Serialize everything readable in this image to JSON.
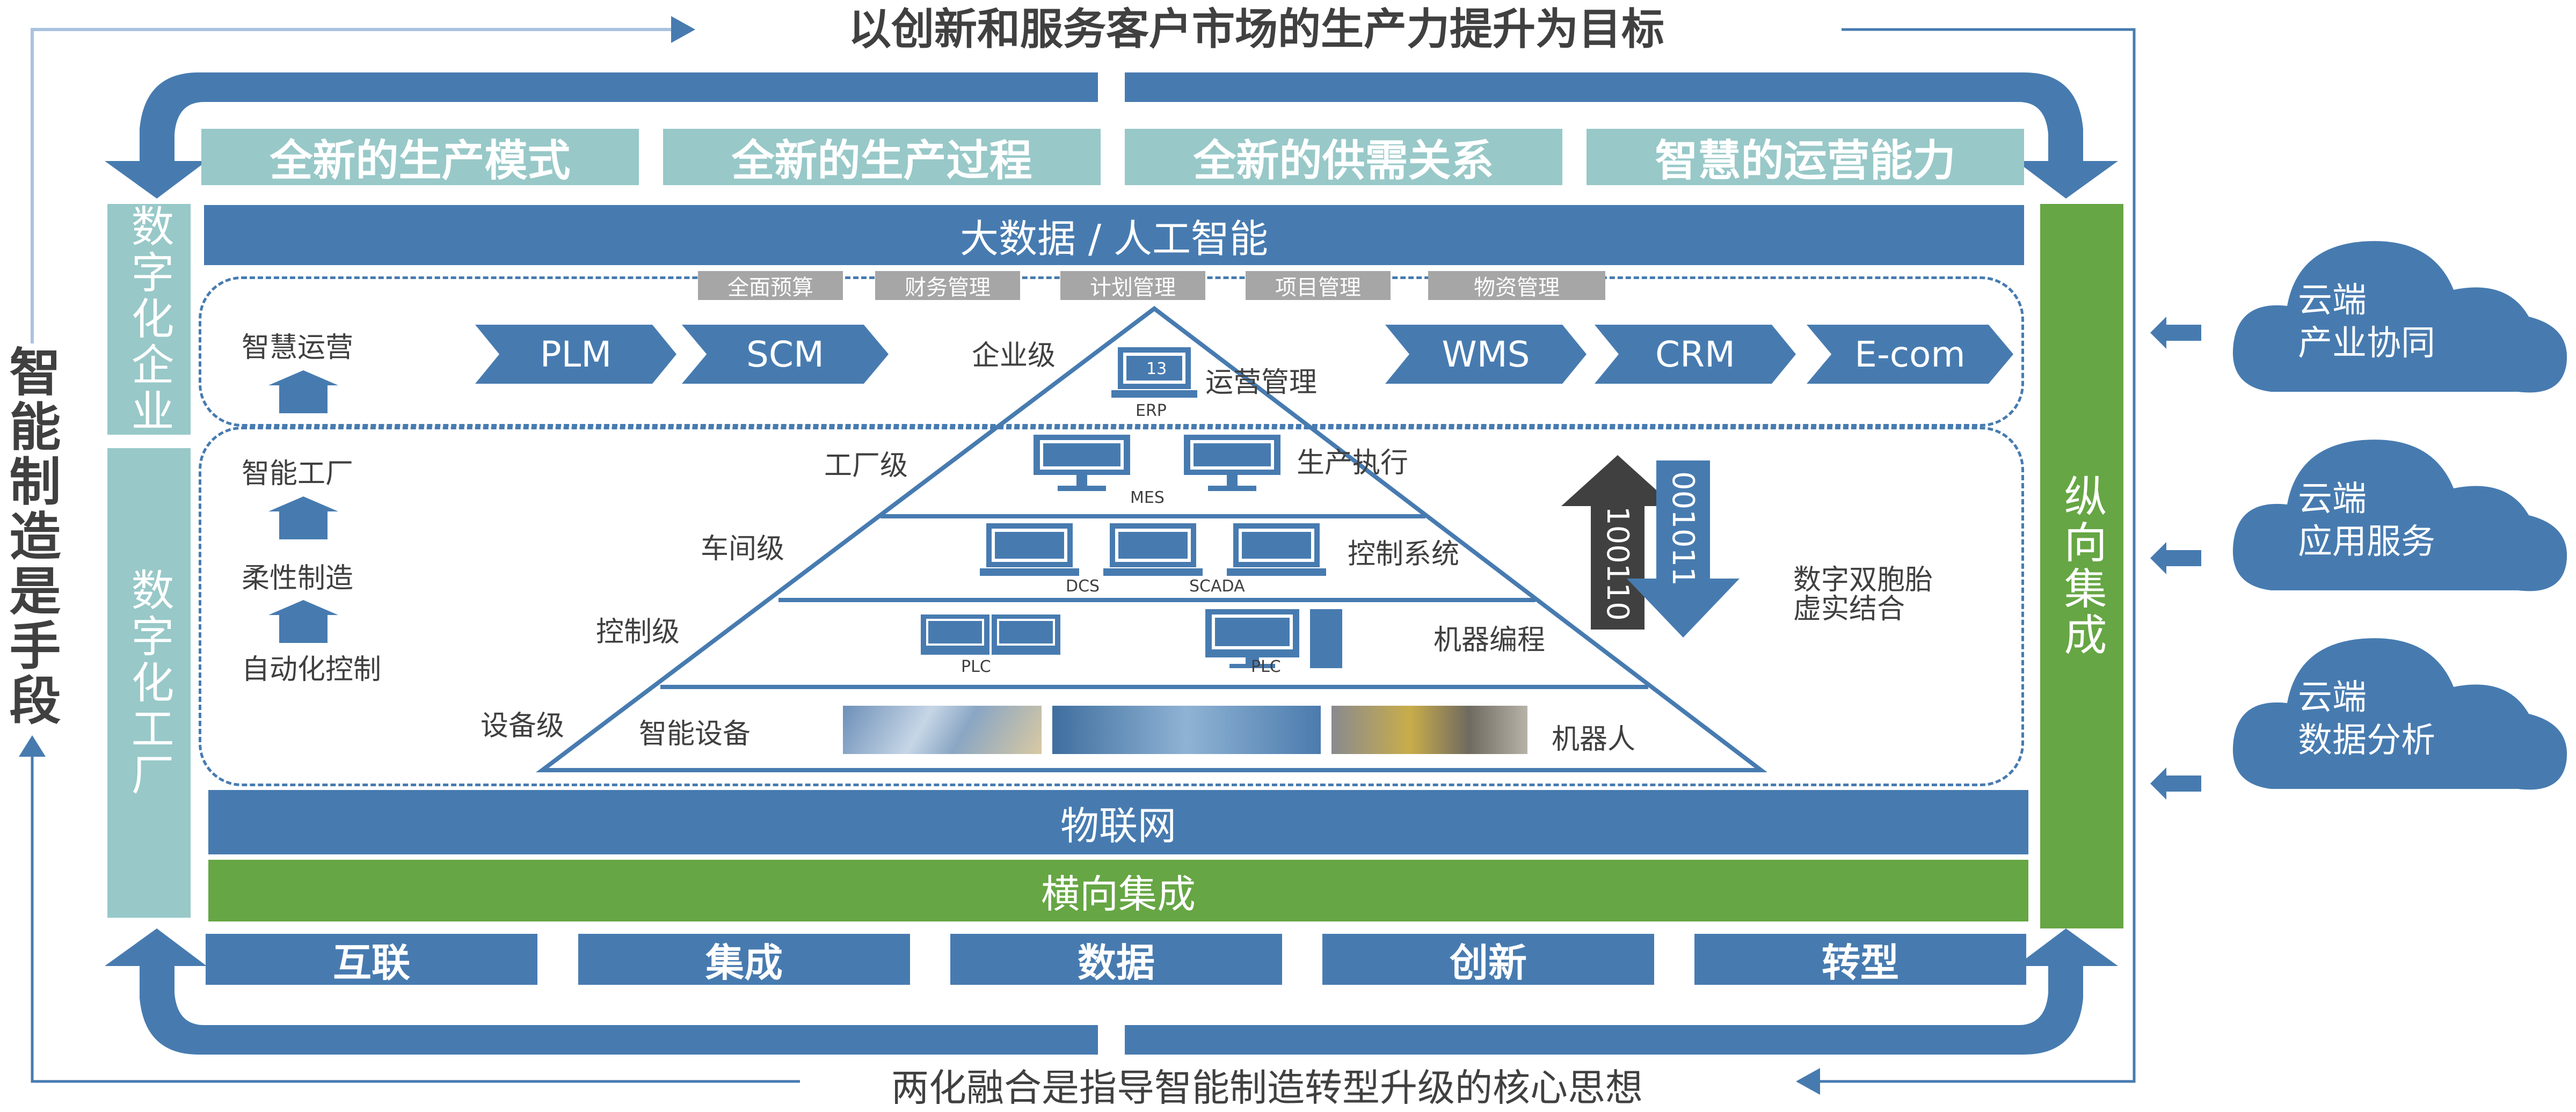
{
  "top_title": "以创新和服务客户市场的生产力提升为目标",
  "bottom_title": "两化融合是指导智能制造转型升级的核心思想",
  "left_side_label": "智能制造是手段",
  "goals": [
    "全新的生产模式",
    "全新的生产过程",
    "全新的供需关系",
    "智慧的运营能力"
  ],
  "bigdata_bar": "大数据 / 人工智能",
  "iot_bar": "物联网",
  "horizontal_bar": "横向集成",
  "vertical_bar": "纵向集成",
  "left_columns": {
    "enterprise": "数字化企业",
    "factory": "数字化工厂"
  },
  "management_tabs": [
    "全面预算",
    "财务管理",
    "计划管理",
    "项目管理",
    "物资管理"
  ],
  "chevrons_left": [
    "PLM",
    "SCM"
  ],
  "chevrons_right": [
    "WMS",
    "CRM",
    "E-com"
  ],
  "evolution": {
    "top": "智慧运营",
    "mid1": "智能工厂",
    "mid2": "柔性制造",
    "bottom": "自动化控制"
  },
  "pyramid": {
    "levels": [
      {
        "name": "企业级",
        "system": "ERP",
        "function": "运营管理",
        "badge": "13"
      },
      {
        "name": "工厂级",
        "system": "MES",
        "function": "生产执行"
      },
      {
        "name": "车间级",
        "systems": [
          "DCS",
          "SCADA"
        ],
        "function": "控制系统"
      },
      {
        "name": "控制级",
        "systems": [
          "PLC",
          "PLC"
        ],
        "function": "机器编程"
      },
      {
        "name": "设备级",
        "left_label": "智能设备",
        "function": "机器人"
      }
    ]
  },
  "digital_twin": {
    "up_bits": "100110",
    "down_bits": "001011",
    "line1": "数字双胞胎",
    "line2": "虚实结合"
  },
  "clouds": [
    {
      "line1": "云端",
      "line2": "产业协同"
    },
    {
      "line1": "云端",
      "line2": "应用服务"
    },
    {
      "line1": "云端",
      "line2": "数据分析"
    }
  ],
  "bottom_items": [
    "互联",
    "集成",
    "数据",
    "创新",
    "转型"
  ],
  "colors": {
    "blue": "#477bb0",
    "teal": "#98c8c8",
    "green": "#66a644",
    "dark": "#404040",
    "gray": "#a6a6a6"
  }
}
